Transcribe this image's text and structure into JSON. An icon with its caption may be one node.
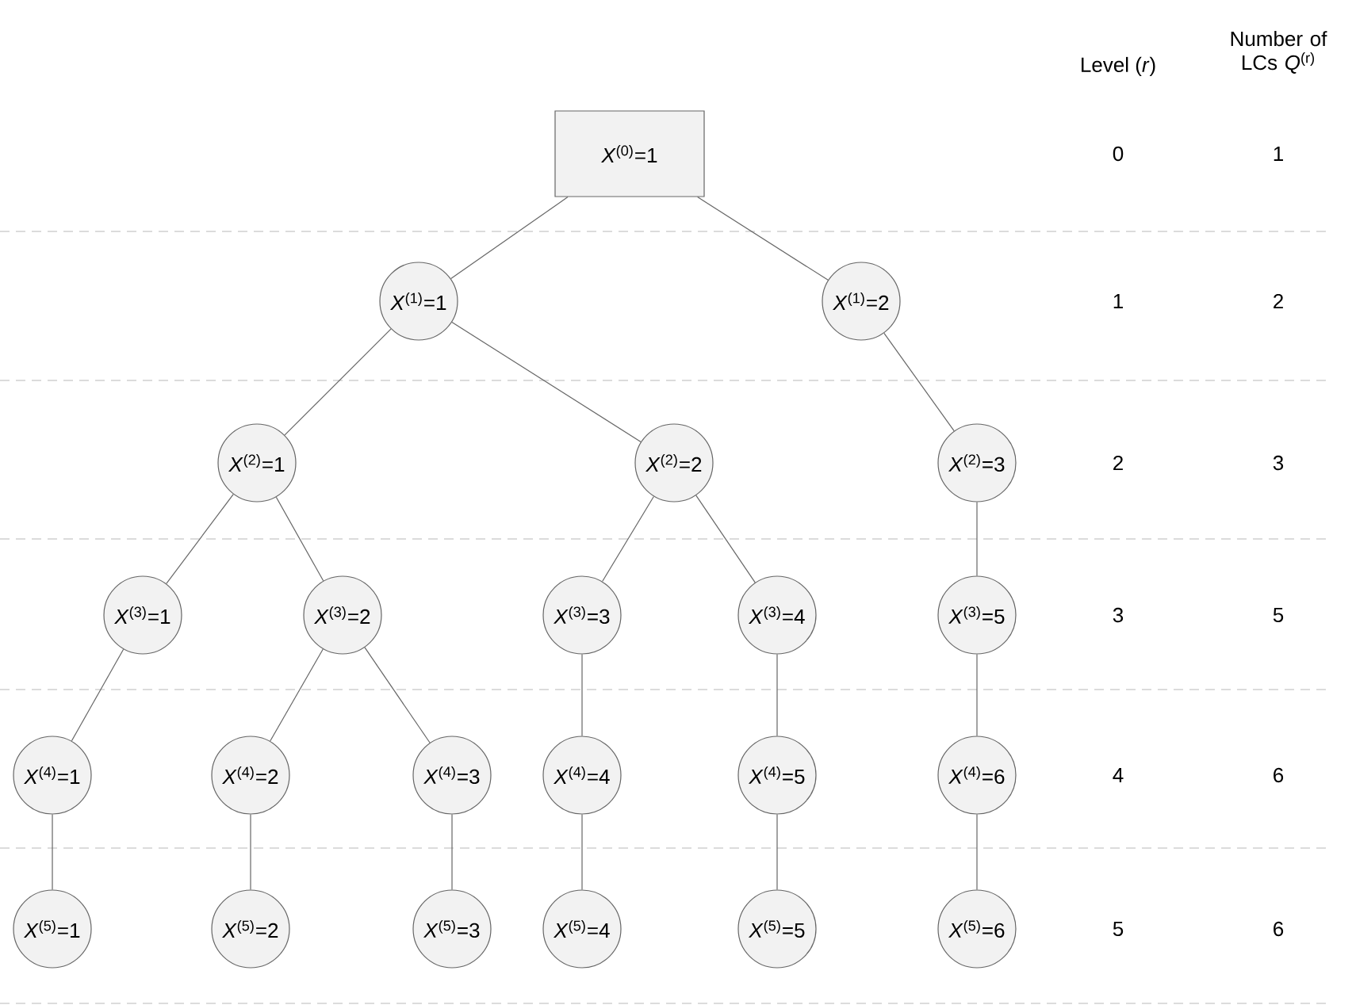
{
  "diagram": {
    "nodes": [
      {
        "text": [
          "*X*$^{(0)}$=1"
        ]
      },
      {
        "text": [
          "*X*$^{(1)}$=1"
        ]
      },
      {
        "text": [
          "*X*$^{(1)}$=2"
        ]
      },
      {
        "text": [
          "*X*$^{(2)}$=1"
        ]
      },
      {
        "text": [
          "*X*$^{(2)}$=2"
        ]
      },
      {
        "text": [
          "*X*$^{(2)}$=3"
        ]
      },
      {
        "text": [
          "*X*$^{(3)}$=1"
        ]
      },
      {
        "text": [
          "*X*$^{(3)}$=2"
        ]
      },
      {
        "text": [
          "*X*$^{(3)}$=3"
        ]
      },
      {
        "text": [
          "*X*$^{(3)}$=4"
        ]
      },
      {
        "text": [
          "*X*$^{(3)}$=5"
        ]
      },
      {
        "text": [
          "*X*$^{(4)}$=1"
        ]
      },
      {
        "text": [
          "*X*$^{(4)}$=2"
        ]
      },
      {
        "text": [
          "*X*$^{(4)}$=3"
        ]
      },
      {
        "text": [
          "*X*$^{(4)}$=4"
        ]
      },
      {
        "text": [
          "*X*$^{(4)}$=5"
        ]
      },
      {
        "text": [
          "*X*$^{(4)}$=6"
        ]
      },
      {
        "text": [
          "*X*$^{(5)}$=1"
        ]
      },
      {
        "text": [
          "*X*$^{(5)}$=2"
        ]
      },
      {
        "text": [
          "*X*$^{(5)}$=3"
        ]
      },
      {
        "text": [
          "*X*$^{(5)}$=4"
        ]
      },
      {
        "text": [
          "*X*$^{(5)}$=5"
        ]
      },
      {
        "text": [
          "*X*$^{(5)}$=6"
        ]
      }
    ],
    "edges": [
      {
        "from": 0,
        "to": 1,
        "arrow": "none"
      },
      {
        "from": 0,
        "to": 2,
        "arrow": "none"
      },
      {
        "from": 1,
        "to": 3,
        "arrow": "none"
      },
      {
        "from": 1,
        "to": 4,
        "arrow": "none"
      },
      {
        "from": 2,
        "to": 5,
        "arrow": "none"
      },
      {
        "from": 3,
        "to": 6,
        "arrow": "none"
      },
      {
        "from": 3,
        "to": 7,
        "arrow": "none"
      },
      {
        "from": 4,
        "to": 8,
        "arrow": "none"
      },
      {
        "from": 4,
        "to": 9,
        "arrow": "none"
      },
      {
        "from": 5,
        "to": 10,
        "arrow": "none"
      },
      {
        "from": 6,
        "to": 11,
        "arrow": "none"
      },
      {
        "from": 7,
        "to": 12,
        "arrow": "none"
      },
      {
        "from": 7,
        "to": 13,
        "arrow": "none"
      },
      {
        "from": 8,
        "to": 14,
        "arrow": "none"
      },
      {
        "from": 9,
        "to": 15,
        "arrow": "none"
      },
      {
        "from": 10,
        "to": 16,
        "arrow": "none"
      },
      {
        "from": 11,
        "to": 17,
        "arrow": "none"
      },
      {
        "from": 12,
        "to": 18,
        "arrow": "none"
      },
      {
        "from": 13,
        "to": 19,
        "arrow": "none"
      },
      {
        "from": 14,
        "to": 20,
        "arrow": "none"
      },
      {
        "from": 15,
        "to": 21,
        "arrow": "none"
      },
      {
        "from": 16,
        "to": 22,
        "arrow": "none"
      }
    ],
    "labels": [
      "Level (*r*)",
      "Number of LCs *Q*$^{(r)}$",
      "0",
      "1",
      "1",
      "2",
      "2",
      "3",
      "3",
      "5",
      "4",
      "6",
      "5",
      "6"
    ]
  }
}
